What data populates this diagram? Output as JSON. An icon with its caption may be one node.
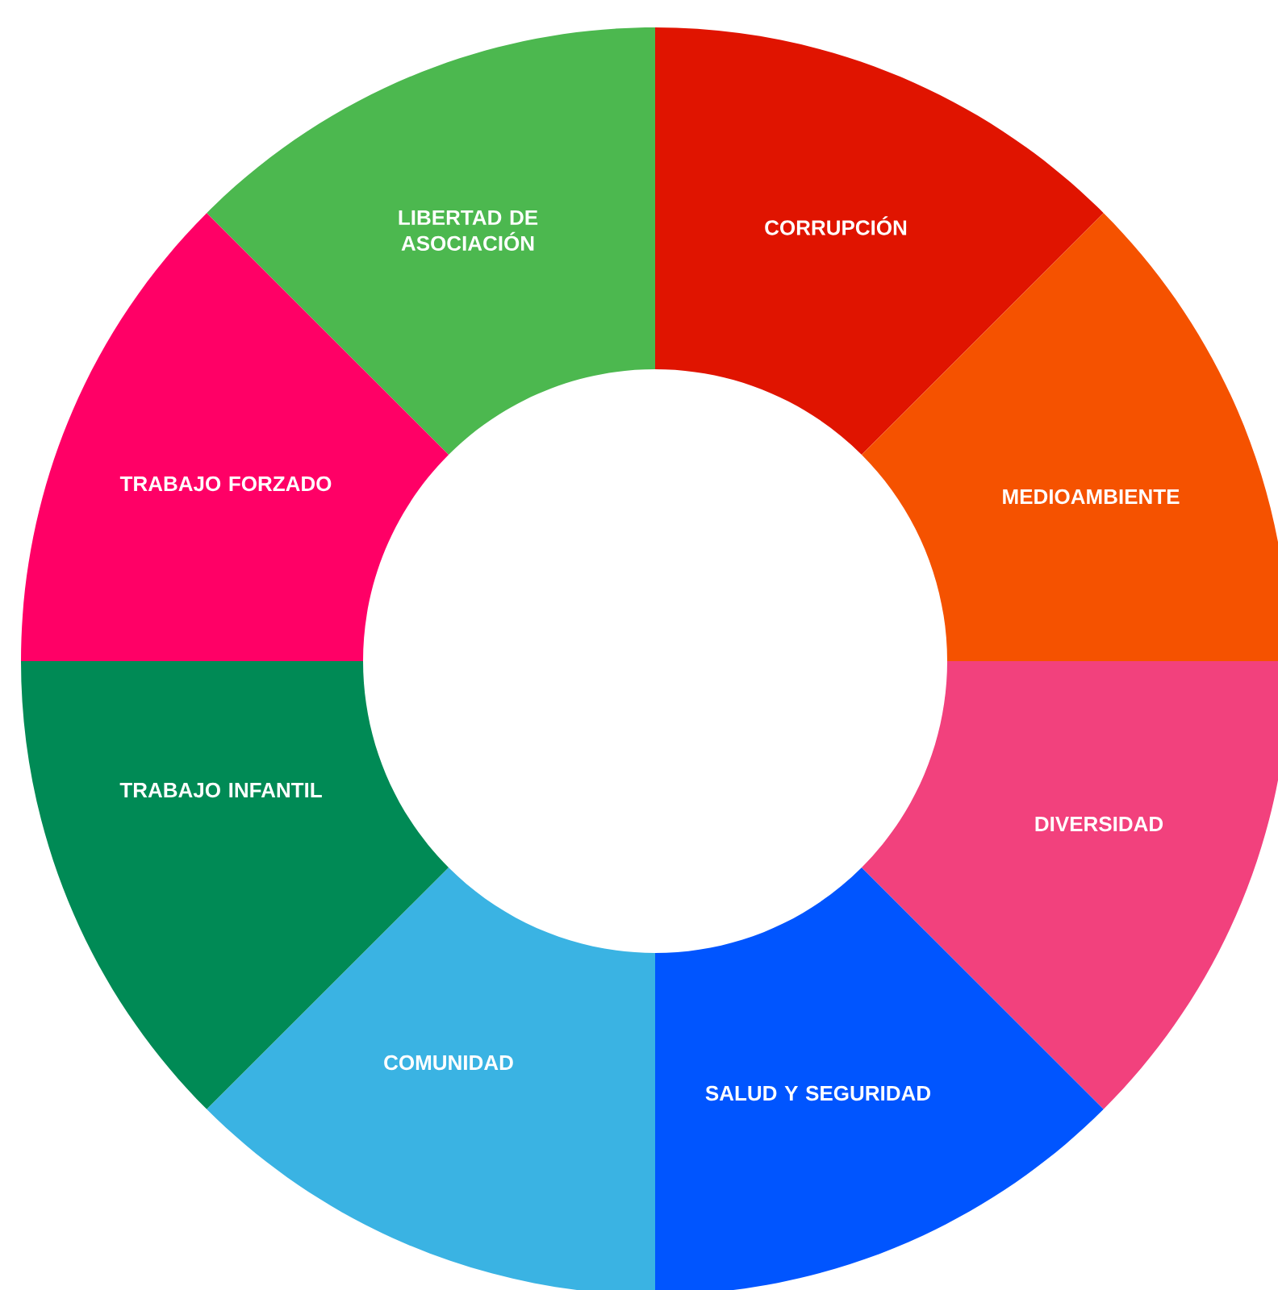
{
  "diagram": {
    "nodes": [
      {
        "text": [
          "LIBERTAD DE ASOCIACIÓN"
        ]
      },
      {
        "text": [
          "CORRUPCIÓN"
        ]
      },
      {
        "text": [
          "MEDIOAMBIENTE"
        ]
      },
      {
        "text": [
          "DIVERSIDAD"
        ]
      },
      {
        "text": [
          "SALUD Y SEGURIDAD"
        ]
      },
      {
        "text": [
          "COMUNIDAD"
        ]
      },
      {
        "text": [
          "TRABAJO INFANTIL"
        ]
      },
      {
        "text": [
          "TRABAJO FORZADO"
        ]
      }
    ]
  }
}
